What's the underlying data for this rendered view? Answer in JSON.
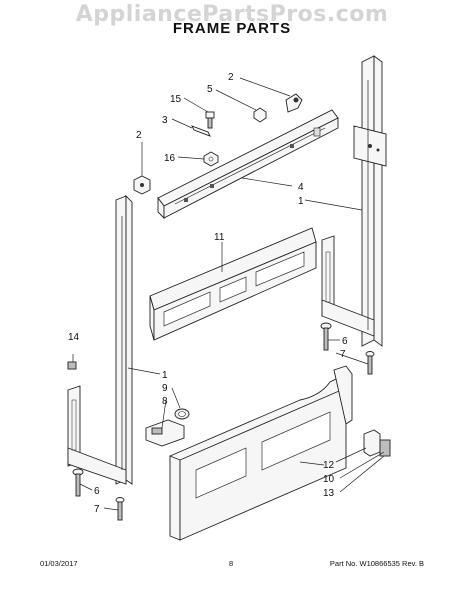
{
  "header": {
    "watermark": "AppliancePartsPros.com",
    "title": "FRAME PARTS"
  },
  "callouts": [
    {
      "id": "c2a",
      "text": "2"
    },
    {
      "id": "c5",
      "text": "5"
    },
    {
      "id": "c15",
      "text": "15"
    },
    {
      "id": "c3",
      "text": "3"
    },
    {
      "id": "c2b",
      "text": "2"
    },
    {
      "id": "c16",
      "text": "16"
    },
    {
      "id": "c4",
      "text": "4"
    },
    {
      "id": "c1a",
      "text": "1"
    },
    {
      "id": "c11",
      "text": "11"
    },
    {
      "id": "c14",
      "text": "14"
    },
    {
      "id": "c6a",
      "text": "6"
    },
    {
      "id": "c7a",
      "text": "7"
    },
    {
      "id": "c1b",
      "text": "1"
    },
    {
      "id": "c9",
      "text": "9"
    },
    {
      "id": "c8",
      "text": "8"
    },
    {
      "id": "c12",
      "text": "12"
    },
    {
      "id": "c10",
      "text": "10"
    },
    {
      "id": "c13",
      "text": "13"
    },
    {
      "id": "c6b",
      "text": "6"
    },
    {
      "id": "c7b",
      "text": "7"
    }
  ],
  "footer": {
    "date": "01/03/2017",
    "page": "8",
    "part_info": "Part No.  W10866535  Rev. B"
  }
}
